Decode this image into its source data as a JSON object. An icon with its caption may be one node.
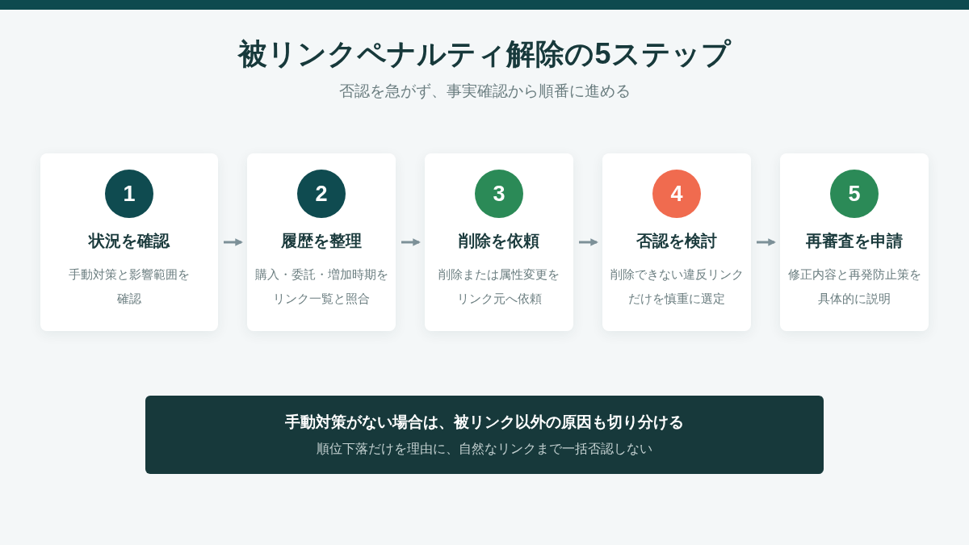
{
  "diagram": {
    "title": "被リンクペナルティ解除の5ステップ",
    "nodes": [
      {
        "text": [
          "状況を確認",
          "手動対策と影響範囲を確認"
        ]
      },
      {
        "text": [
          "1"
        ],
        "in": 0
      },
      {
        "text": [
          "履歴を整理",
          "購入・委託・増加時期をリンク一覧と照合"
        ]
      },
      {
        "text": [
          "2"
        ],
        "in": 2
      },
      {
        "text": [
          "削除を依頼",
          "削除または属性変更をリンク元へ依頼"
        ]
      },
      {
        "text": [
          "3"
        ],
        "in": 4
      },
      {
        "text": [
          "否認を検討",
          "削除できない違反リンクだけを慎重に選定"
        ]
      },
      {
        "text": [
          "4"
        ],
        "in": 6
      },
      {
        "text": [
          "再審査を申請",
          "修正内容と再発防止策を具体的に説明"
        ]
      },
      {
        "text": [
          "5"
        ],
        "in": 8
      },
      {
        "text": [
          "手動対策がない場合は、被リンク以外の原因も切り分ける",
          "順位下落だけを理由に、自然なリンクまで一括否認しない"
        ]
      }
    ],
    "edges": [
      {
        "from": 0,
        "to": 2,
        "arrow": "to"
      },
      {
        "from": 2,
        "to": 4,
        "arrow": "to"
      },
      {
        "from": 4,
        "to": 6,
        "arrow": "to"
      },
      {
        "from": 6,
        "to": 8,
        "arrow": "to"
      }
    ],
    "labels": [
      "否認を急がず、事実確認から順番に進める"
    ]
  }
}
